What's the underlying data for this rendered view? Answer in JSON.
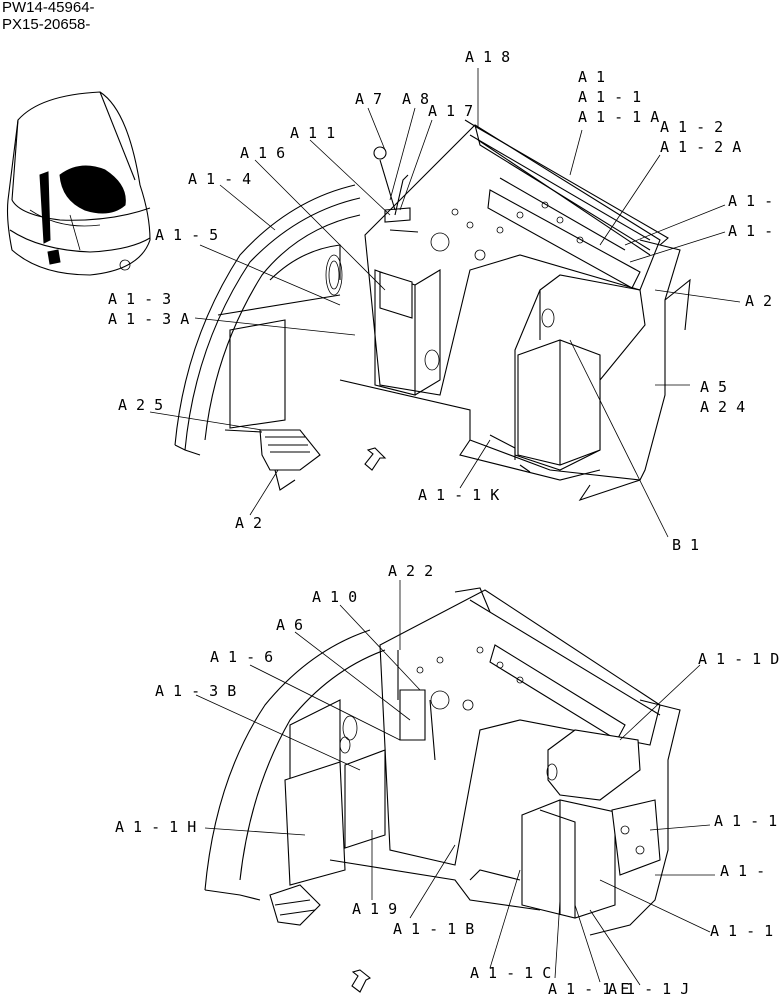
{
  "serials": [
    "PW14-45964-",
    "PX15-20658-"
  ],
  "callouts_top": [
    "A 1 8",
    "A 1",
    "A 1 - 1",
    "A 1 - 1 A",
    "A 7",
    "A 8",
    "A 1 7",
    "A 1 1",
    "A 1 - 2",
    "A 1 - 2 A",
    "A 1 6",
    "A 1 - 4",
    "A 1 -",
    "A 1 -",
    "A 1 - 5",
    "A 2",
    "A 1 - 3",
    "A 1 - 3 A",
    "A 5",
    "A 2 4",
    "A 2 5",
    "A 1 - 1 K",
    "A 2",
    "B 1"
  ],
  "callouts_bottom": [
    "A 2 2",
    "A 1 0",
    "A 6",
    "A 1 - 6",
    "A 1 - 1 D",
    "A 1 - 3 B",
    "A 1 - 1",
    "A 1 - 1 H",
    "A 1 -",
    "A 1 9",
    "A 1 - 1 B",
    "A 1 - 1",
    "A 1 - 1 C",
    "A 1 - 1 E",
    "A 1 - 1 J"
  ],
  "icons": [
    "cab-locator-icon",
    "direction-arrow-icon"
  ]
}
